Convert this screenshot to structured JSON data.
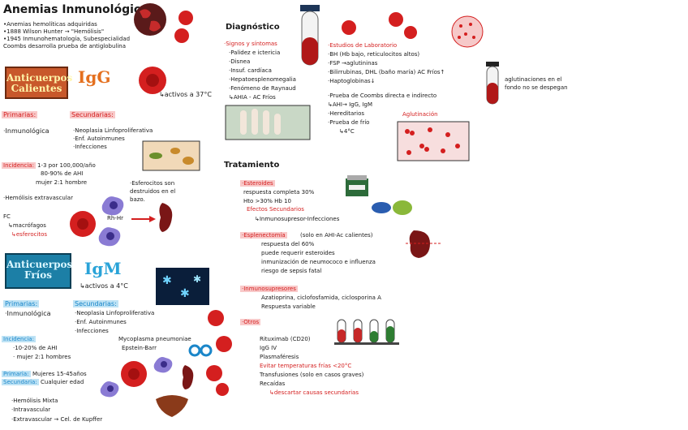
{
  "left": {
    "title": "Anemias Inmunológicas",
    "intro": [
      "•Anemias hemolíticas adquiridas",
      "•1888 Wilson Hunter → \"Hemólisis\"",
      "•1945 Inmunohematología, Subespecialidad",
      "Coombs desarrolla prueba de antiglobulina"
    ],
    "warm": {
      "box": "Anticuerpos Calientes",
      "ig": "IgG",
      "active": "↳activos a 37°C",
      "prim_head": "Primarias:",
      "prim_item": "·Inmunológica",
      "sec_head": "Secundarias:",
      "sec_items": [
        "·Neoplasia Linfoproliferativa",
        "·Enf. Autoinmunes",
        "·Infecciones"
      ],
      "inc_head": "Incidencia:",
      "inc_items": [
        "1-3 por 100,000/año",
        "80-90% de AHI",
        "mujer 2:1 hombre"
      ],
      "hemo": "·Hemólisis extravascular",
      "spher": [
        "·Esferocitos son",
        "destruidos en el",
        "bazo."
      ],
      "fc": [
        "FC",
        "↳macrófagos",
        "↳esferocitos"
      ],
      "rh": "Rh-Hr"
    },
    "cold": {
      "box": "Anticuerpos Fríos",
      "ig": "IgM",
      "active": "↳activos a 4°C",
      "prim_head": "Primarias:",
      "prim_item": "·Inmunológica",
      "sec_head": "Secundarias:",
      "sec_items": [
        "·Neoplasia Linfoproliferativa",
        "·Enf. Autoinmunes",
        "·Infecciones"
      ],
      "infections": [
        "Mycoplasma pneumoniae",
        "Epstein-Barr"
      ],
      "inc_head": "Incidencia:",
      "inc_items": [
        "·10-20% de AHI",
        "· mujer 2:1 hombres"
      ],
      "prim2_head": "Primaria:",
      "prim2": "Mujeres 15-45años",
      "sec2_head": "Secundaria:",
      "sec2": "Cualquier edad",
      "hemo_items": [
        "·Hemólisis Mixta",
        "·Intravascular",
        "·Extravascular → Cel. de Kupffer"
      ]
    }
  },
  "diag": {
    "title": "Diagnóstico",
    "signs_head": "·Signos y síntomas",
    "signs": [
      "·Palidez e ictericia",
      "·Disnea",
      "·Insuf. cardíaca",
      "·Hepatoesplenomegalia",
      "·Fenómeno de Raynaud",
      "↳AHIA - AC Fríos"
    ],
    "lab_head": "·Estudios de Laboratorio",
    "lab": [
      "·BH (Hb bajo, reticulocitos altos)",
      "·FSP →aglutininas",
      "·Bilirrubinas, DHL (baño maría) AC Fríos↑",
      "·Haptoglobinas↓"
    ],
    "agl_note": [
      "aglutinaciones en el",
      "fondo no se despegan"
    ],
    "coombs": [
      "·Prueba de Coombs directa e indirecto",
      "↳AHI→ IgG, IgM",
      "·Hereditarios",
      "·Prueba de frío",
      "↳4°C"
    ],
    "agl_label": "Aglutinación"
  },
  "treat": {
    "title": "Tratamiento",
    "ster_head": "·Esteroides",
    "ster": [
      "respuesta completa 30%",
      "Hto >30% Hb 10"
    ],
    "ster_side": "Efectos Secundarios",
    "ster_side2": "↳Inmunosupresor-Infecciones",
    "spleen_head": "·Esplenectomía",
    "spleen_note": "(solo en AHI-Ac calientes)",
    "spleen": [
      "respuesta del 60%",
      "puede requerir esteroides",
      "inmunización de neumococo e influenza",
      "riesgo de sepsis fatal"
    ],
    "immuno_head": "·Inmunosupresores",
    "immuno": [
      "Azatioprina, ciclofosfamida, ciclosporina A",
      "Respuesta variable"
    ],
    "others_head": "·Otros",
    "others": [
      "Rituximab (CD20)",
      "IgG IV",
      "Plasmaféresis"
    ],
    "others_red": "Evitar temperaturas frías <20°C",
    "others2": [
      "Transfusiones (solo en casos graves)",
      "Recaídas"
    ],
    "others_last": "↳descartar causas secundarias"
  },
  "colors": {
    "accent_red": "#d41f1f",
    "accent_blue": "#1a86c9",
    "warm_box": "#c8582b",
    "cold_box": "#1c7fa6"
  }
}
